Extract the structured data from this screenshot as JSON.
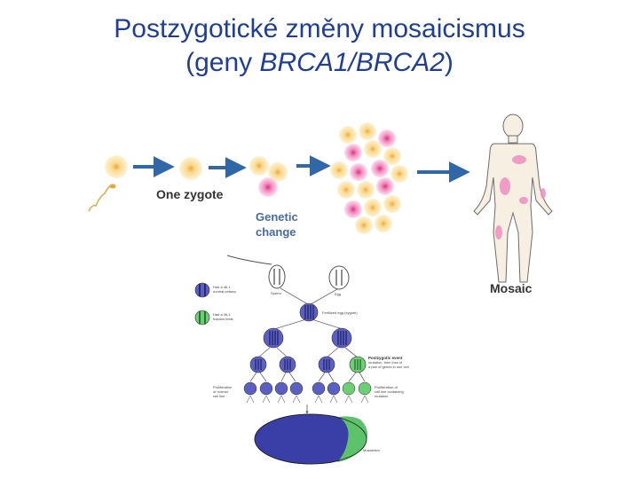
{
  "title": {
    "line1": "Postzygotické změny mosaicismus",
    "line2_open": "(geny ",
    "line2_genes": "BRCA1/BRCA2",
    "line2_close": ")"
  },
  "top_panel": {
    "zygote_label": "One zygote",
    "genetic_label_1": "Genetic",
    "genetic_label_2": "change",
    "mosaic_label": "Mosaic"
  },
  "pedigree": {
    "legend_blue": [
      "Had a 46,1",
      "normal cellsep"
    ],
    "legend_green": [
      "Had a 46,1",
      "fraction tests"
    ],
    "sperm": "Sperm",
    "egg": "Egg",
    "zygote": "Fertilized egg (zygote)",
    "event": [
      "Postzygotic event",
      "mutation, then loss of",
      "a pair of genes in one cell"
    ],
    "prolif_normal": [
      "Proliferation",
      "of normal",
      "cell line"
    ],
    "prolif_mutant": [
      "Proliferation of",
      "cell line containing",
      "mutation"
    ],
    "mosaicism": "Mosaicism"
  },
  "colors": {
    "title": "#1f3f97",
    "arrow": "#2f67a8",
    "cell_yellow": "#f7d26a",
    "cell_pink": "#ef6fb3",
    "chrom_blue": "#5a5fc4",
    "chrom_green": "#6ccf74",
    "mosaic_blue": "#3a3fa8",
    "mosaic_green": "#5cc36a"
  }
}
